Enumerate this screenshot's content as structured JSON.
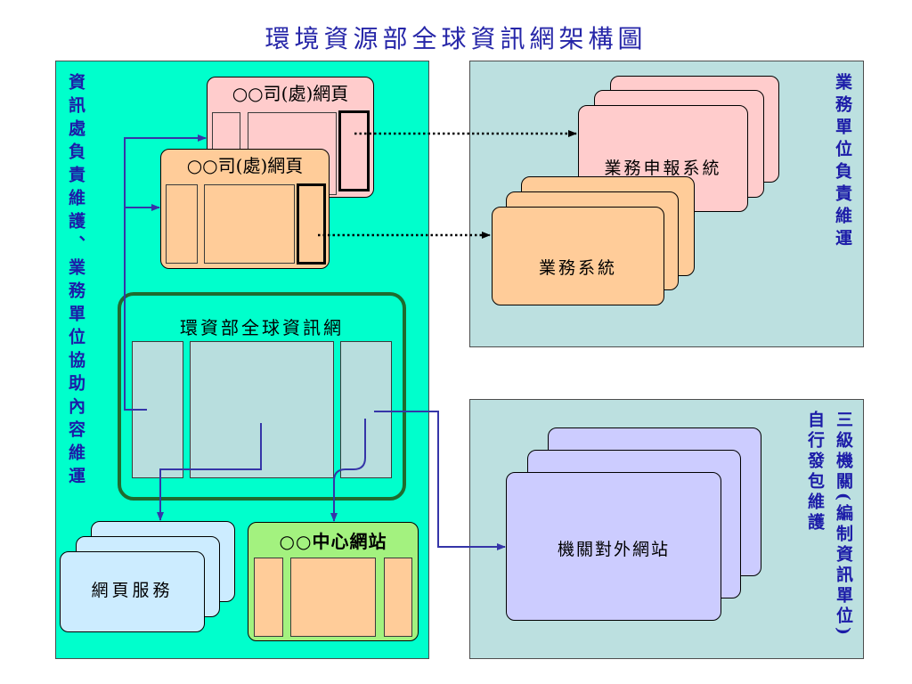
{
  "title": "環境資源部全球資訊網架構圖",
  "left_panel": {
    "label": "資訊處負責維護、業務單位協助內容維運",
    "dept_page_back": {
      "label": "○○司(處)網頁"
    },
    "dept_page_front": {
      "label": "○○司(處)網頁"
    },
    "portal": {
      "label": "環資部全球資訊網"
    },
    "web_service": {
      "label": "網頁服務"
    },
    "center_site": {
      "label": "○○中心網站"
    }
  },
  "business_panel": {
    "label": "業務單位負責維運",
    "declaration_system": {
      "label": "業務申報系統"
    },
    "business_system": {
      "label": "業務系統"
    }
  },
  "agency_panel": {
    "label_primary": "三級機關(編制資訊單位)",
    "label_secondary": "自行發包維護",
    "external_site": {
      "label": "機關對外網站"
    }
  },
  "colors": {
    "title_text": "#2626A8",
    "panel_label_text": "#1C1CA8",
    "left_panel_fill": "#00FFCC",
    "right_panel_fill": "#BCE0E0",
    "portal_border": "#1F6B2E",
    "portal_block_fill": "#B8DEDE",
    "dept_page_pink": "#FFCCCC",
    "dept_page_orange": "#FFCC99",
    "web_service_fill": "#CCECFF",
    "center_site_fill": "#A3F27F",
    "external_site_fill": "#CCCCFF",
    "connector_blue": "#3535A8",
    "dotted_arrow": "#000000"
  }
}
